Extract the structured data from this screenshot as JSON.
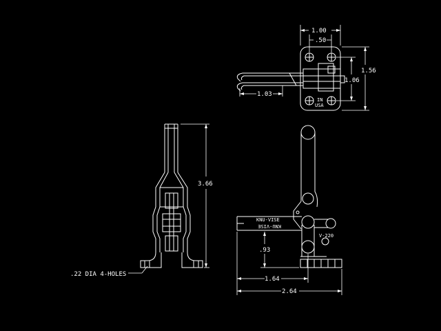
{
  "drawing": {
    "background": "#000000",
    "line_color": "#ffffff",
    "top_view": {
      "width_overall": "1.00",
      "hole_spacing": ".50",
      "height_overall": "1.56",
      "hole_vertical": "1.06",
      "handle_length": "1.03",
      "origin_line1": "IN",
      "origin_line2": "USA"
    },
    "end_view": {
      "height": "3.66",
      "hole_note": ".22 DIA 4-HOLES"
    },
    "side_view": {
      "brand": "KNU-VISE",
      "brand_mirrored": "KNU-VISE",
      "model": "V-220",
      "spindle_height": ".93",
      "reach": "1.64",
      "base_length": "2.64"
    }
  }
}
